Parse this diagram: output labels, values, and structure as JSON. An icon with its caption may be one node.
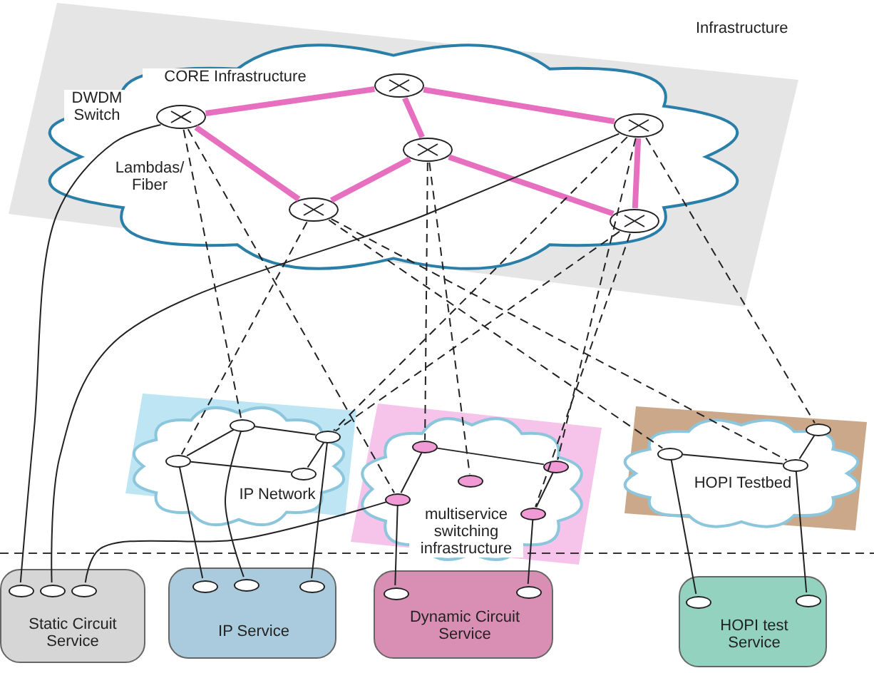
{
  "diagram": {
    "nodes": [
      {
        "text": [
          "CORE Infrastructure"
        ]
      },
      {
        "text": [],
        "shape": "circle",
        "in": 0,
        "beside": [
          "DWDM Switch"
        ]
      },
      {
        "text": [],
        "shape": "circle",
        "in": 0
      },
      {
        "text": [],
        "shape": "circle",
        "in": 0
      },
      {
        "text": [],
        "shape": "circle",
        "in": 0
      },
      {
        "text": [],
        "shape": "circle",
        "in": 0
      },
      {
        "text": [],
        "shape": "circle",
        "in": 0
      },
      {
        "text": [
          "IP Network"
        ]
      },
      {
        "text": [],
        "shape": "circle",
        "in": 7
      },
      {
        "text": [],
        "shape": "circle",
        "in": 7
      },
      {
        "text": [],
        "shape": "circle",
        "in": 7
      },
      {
        "text": [],
        "shape": "circle",
        "in": 7
      },
      {
        "text": [
          "multiservice switching infrastructure"
        ]
      },
      {
        "text": [],
        "shape": "circle",
        "in": 12
      },
      {
        "text": [],
        "shape": "circle",
        "in": 12
      },
      {
        "text": [],
        "shape": "circle",
        "in": 12
      },
      {
        "text": [],
        "shape": "circle",
        "in": 12
      },
      {
        "text": [],
        "shape": "circle",
        "in": 12
      },
      {
        "text": [
          "HOPI Testbed"
        ]
      },
      {
        "text": [],
        "shape": "circle",
        "in": 18
      },
      {
        "text": [],
        "shape": "circle",
        "in": 18
      },
      {
        "text": [],
        "shape": "circle",
        "in": 18
      },
      {
        "text": [
          "Static Circuit Service"
        ]
      },
      {
        "text": [],
        "shape": "circle",
        "in": 22
      },
      {
        "text": [],
        "shape": "circle",
        "in": 22
      },
      {
        "text": [],
        "shape": "circle",
        "in": 22
      },
      {
        "text": [
          "IP Service"
        ]
      },
      {
        "text": [],
        "shape": "circle",
        "in": 26
      },
      {
        "text": [],
        "shape": "circle",
        "in": 26
      },
      {
        "text": [],
        "shape": "circle",
        "in": 26
      },
      {
        "text": [
          "Dynamic Circuit Service"
        ]
      },
      {
        "text": [],
        "shape": "circle",
        "in": 30
      },
      {
        "text": [],
        "shape": "circle",
        "in": 30
      },
      {
        "text": [
          "HOPI test Service"
        ]
      },
      {
        "text": [],
        "shape": "circle",
        "in": 33
      },
      {
        "text": [],
        "shape": "circle",
        "in": 33
      }
    ],
    "edges": [
      {
        "from": 1,
        "to": 2,
        "arrow": "none",
        "style": "thick",
        "color": "#e66fc0"
      },
      {
        "from": 2,
        "to": 4,
        "arrow": "none",
        "style": "thick",
        "color": "#e66fc0"
      },
      {
        "from": 2,
        "to": 3,
        "arrow": "none",
        "style": "thick",
        "color": "#e66fc0"
      },
      {
        "from": 1,
        "to": 5,
        "arrow": "none",
        "style": "thick",
        "color": "#e66fc0"
      },
      {
        "from": 5,
        "to": 3,
        "arrow": "none",
        "style": "thick",
        "color": "#e66fc0"
      },
      {
        "from": 3,
        "to": 6,
        "arrow": "none",
        "style": "thick",
        "color": "#e66fc0"
      },
      {
        "from": 4,
        "to": 6,
        "arrow": "none",
        "style": "thick",
        "color": "#e66fc0"
      },
      {
        "from": 1,
        "to": 23,
        "arrow": "none"
      },
      {
        "from": 4,
        "to": 24,
        "arrow": "none"
      },
      {
        "from": 25,
        "to": 16,
        "arrow": "none"
      },
      {
        "from": 8,
        "to": 27,
        "arrow": "none"
      },
      {
        "from": 9,
        "to": 28,
        "arrow": "none"
      },
      {
        "from": 10,
        "to": 29,
        "arrow": "none"
      },
      {
        "from": 16,
        "to": 31,
        "arrow": "none"
      },
      {
        "from": 17,
        "to": 32,
        "arrow": "none"
      },
      {
        "from": 19,
        "to": 34,
        "arrow": "none"
      },
      {
        "from": 20,
        "to": 35,
        "arrow": "none"
      },
      {
        "from": 8,
        "to": 9,
        "arrow": "none"
      },
      {
        "from": 9,
        "to": 10,
        "arrow": "none"
      },
      {
        "from": 8,
        "to": 11,
        "arrow": "none"
      },
      {
        "from": 11,
        "to": 10,
        "arrow": "none"
      },
      {
        "from": 13,
        "to": 15,
        "arrow": "none"
      },
      {
        "from": 13,
        "to": 16,
        "arrow": "none"
      },
      {
        "from": 15,
        "to": 17,
        "arrow": "none"
      },
      {
        "from": 19,
        "to": 20,
        "arrow": "none"
      },
      {
        "from": 20,
        "to": 21,
        "arrow": "none"
      },
      {
        "from": 1,
        "to": 9,
        "arrow": "none",
        "style": "dashed"
      },
      {
        "from": 5,
        "to": 8,
        "arrow": "none",
        "style": "dashed"
      },
      {
        "from": 4,
        "to": 10,
        "arrow": "none",
        "style": "dashed"
      },
      {
        "from": 6,
        "to": 10,
        "arrow": "none",
        "style": "dashed"
      },
      {
        "from": 5,
        "to": 19,
        "arrow": "none",
        "style": "dashed"
      },
      {
        "from": 1,
        "to": 16,
        "arrow": "none",
        "style": "dashed"
      },
      {
        "from": 3,
        "to": 13,
        "arrow": "none",
        "style": "dashed"
      },
      {
        "from": 3,
        "to": 14,
        "arrow": "none",
        "style": "dashed"
      },
      {
        "from": 4,
        "to": 15,
        "arrow": "none",
        "style": "dashed"
      },
      {
        "from": 6,
        "to": 17,
        "arrow": "none",
        "style": "dashed"
      },
      {
        "from": 4,
        "to": 21,
        "arrow": "none",
        "style": "dashed"
      },
      {
        "from": 5,
        "to": 20,
        "arrow": "none",
        "style": "dashed"
      }
    ],
    "labels": [
      "Infrastructure",
      "Lambdas/ Fiber"
    ]
  }
}
